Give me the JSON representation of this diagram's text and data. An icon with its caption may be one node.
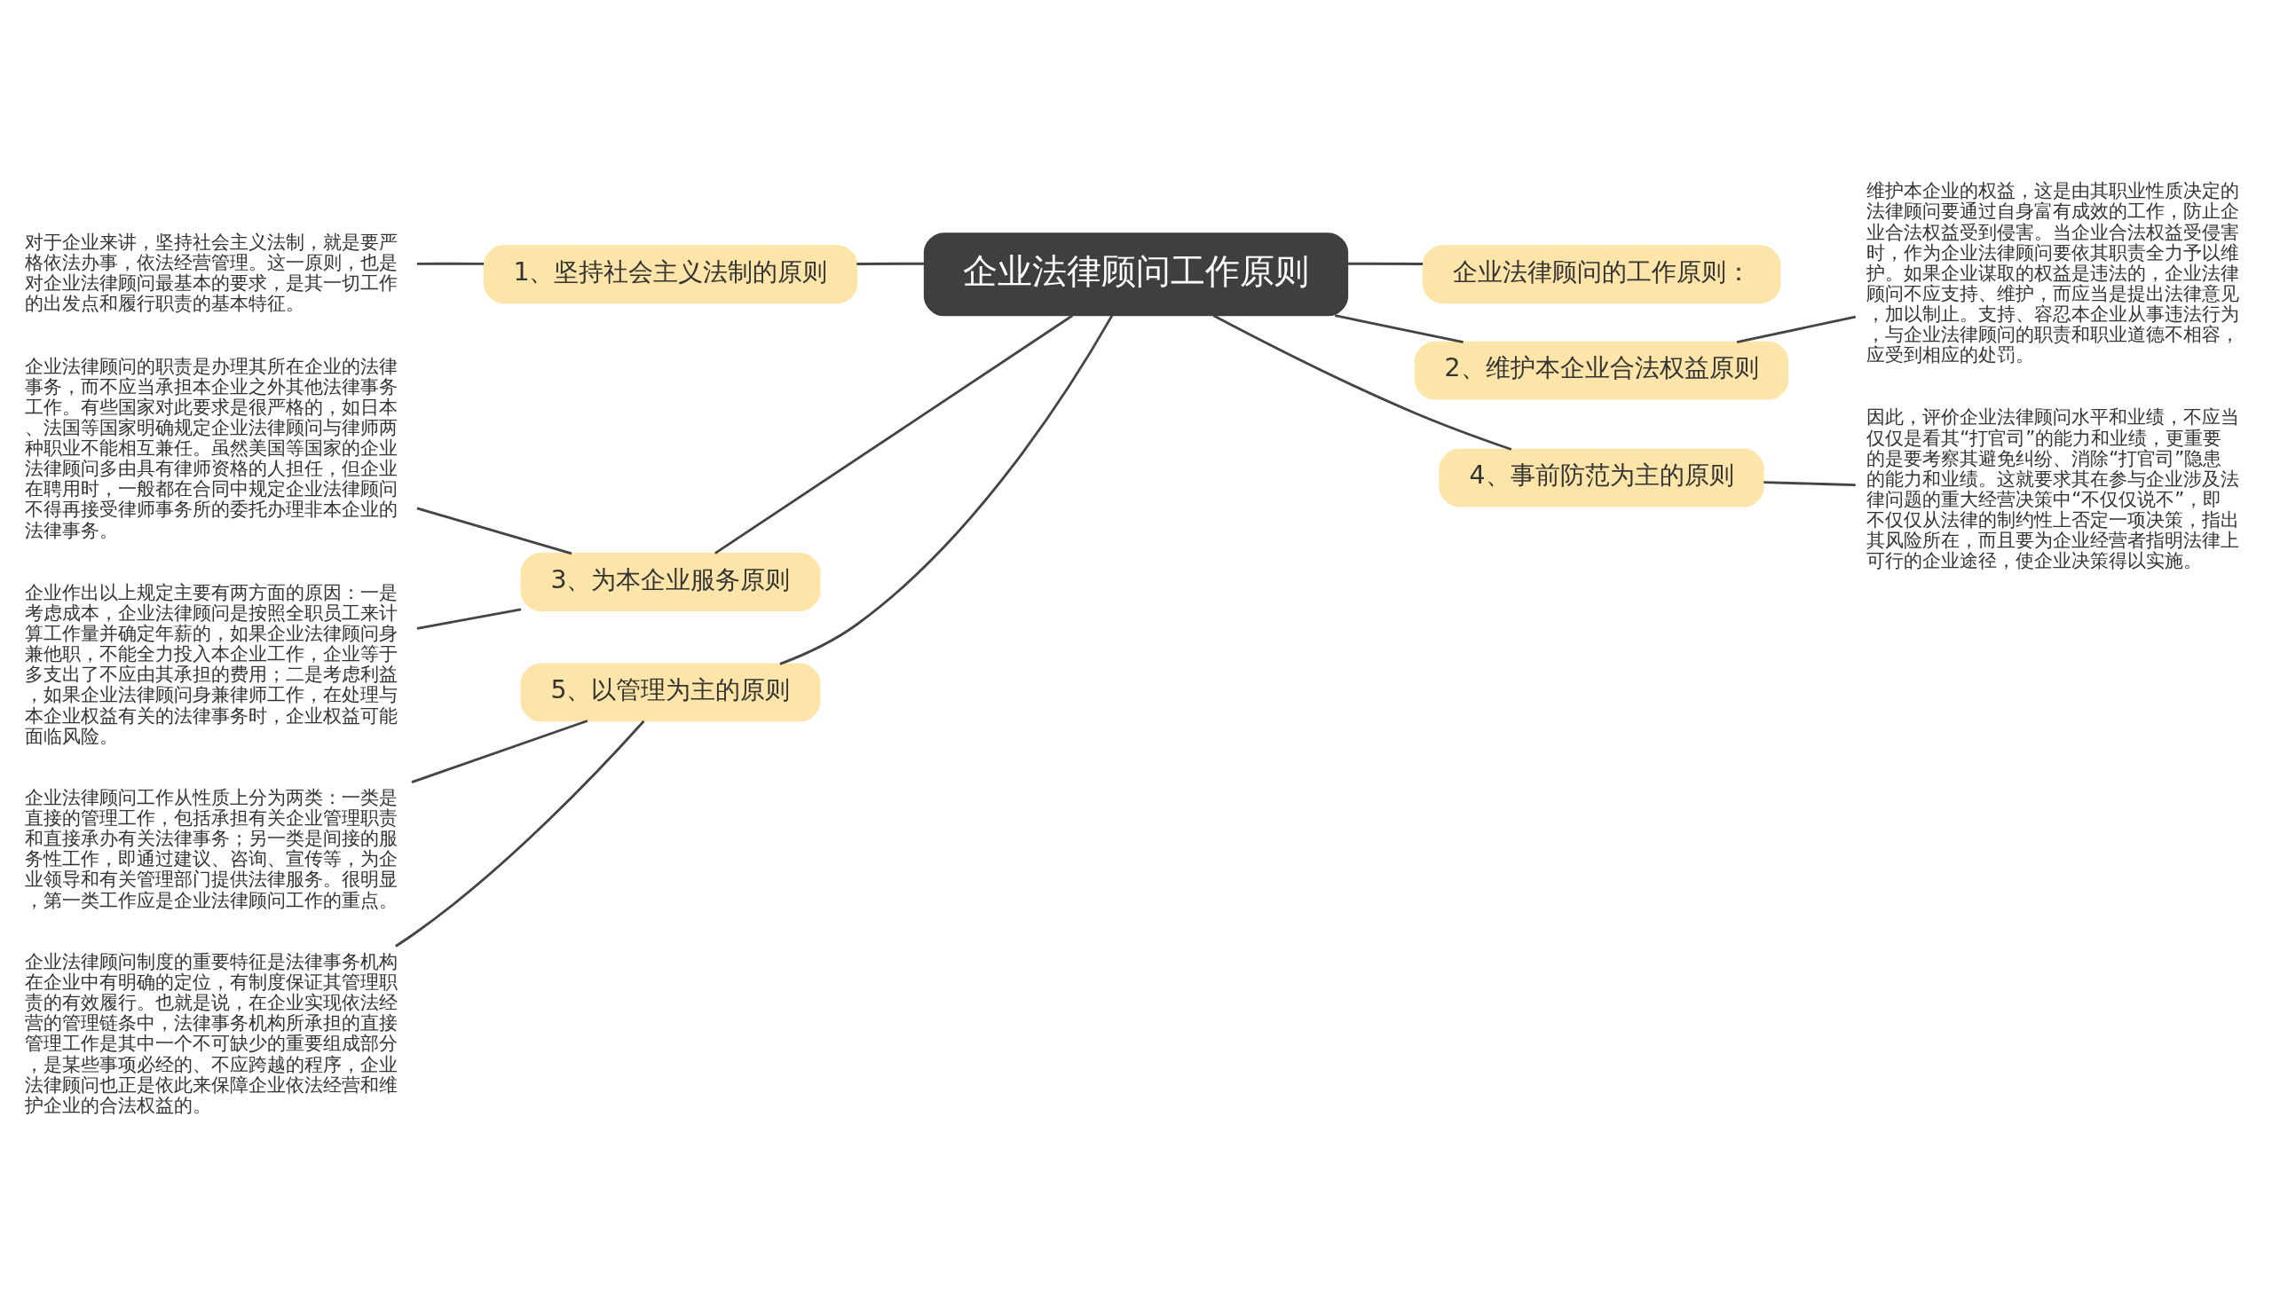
{
  "diagram": {
    "nodes": [
      {
        "text": [
          "企业法律顾问工作原则"
        ]
      },
      {
        "text": [
          "1、坚持社会主义法制的原则"
        ]
      },
      {
        "text": [
          "对于企业来讲，坚持社会主义法制，就是要严格依法办事，依法经营管理。这一原则，也是对企业法律顾问最基本的要求，是其一切工作的出发点和履行职责的基本特征。"
        ]
      },
      {
        "text": [
          "3、为本企业服务原则"
        ]
      },
      {
        "text": [
          "企业法律顾问的职责是办理其所在企业的法律事务，而不应当承担本企业之外其他法律事务工作。有些国家对此要求是很严格的，如日本、法国等国家明确规定企业法律顾问与律师两种职业不能相互兼任。虽然美国等国家的企业法律顾问多由具有律师资格的人担任，但企业在聘用时，一般都在合同中规定企业法律顾问不得再接受律师事务所的委托办理非本企业的法律事务。"
        ]
      },
      {
        "text": [
          "企业作出以上规定主要有两方面的原因：一是考虑成本，企业法律顾问是按照全职员工来计算工作量并确定年薪的，如果企业法律顾问身兼他职，不能全力投入本企业工作，企业等于多支出了不应由其承担的费用；二是考虑利益，如果企业法律顾问身兼律师工作，在处理与本企业权益有关的法律事务时，企业权益可能面临风险。"
        ]
      },
      {
        "text": [
          "5、以管理为主的原则"
        ]
      },
      {
        "text": [
          "企业法律顾问工作从性质上分为两类：一类是直接的管理工作，包括承担有关企业管理职责和直接承办有关法律事务；另一类是间接的服务性工作，即通过建议、咨询、宣传等，为企业领导和有关管理部门提供法律服务。很明显，第一类工作应是企业法律顾问工作的重点。"
        ]
      },
      {
        "text": [
          "企业法律顾问制度的重要特征是法律事务机构在企业中有明确的定位，有制度保证其管理职责的有效履行。也就是说，在企业实现依法经营的管理链条中，法律事务机构所承担的直接管理工作是其中一个不可缺少的重要组成部分，是某些事项必经的、不应跨越的程序，企业法律顾问也正是依此来保障企业依法经营和维护企业的合法权益的。"
        ]
      },
      {
        "text": [
          "企业法律顾问的工作原则："
        ]
      },
      {
        "text": [
          "2、维护本企业合法权益原则"
        ]
      },
      {
        "text": [
          "维护本企业的权益，这是由其职业性质决定的法律顾问要通过自身富有成效的工作，防止企业合法权益受到侵害。当企业合法权益受侵害时，作为企业法律顾问要依其职责全力予以维护。如果企业谋取的权益是违法的，企业法律顾问不应支持、维护，而应当是提出法律意见，加以制止。支持、容忍本企业从事违法行为，与企业法律顾问的职责和职业道德不相容，应受到相应的处罚。"
        ]
      },
      {
        "text": [
          "4、事前防范为主的原则"
        ]
      },
      {
        "text": [
          "因此，评价企业法律顾问水平和业绩，不应当仅仅是看其“打官司”的能力和业绩，更重要的是要考察其避免纠纷、消除“打官司”隐患的能力和业绩。这就要求其在参与企业涉及法律问题的重大经营决策中“不仅仅说不”，即不仅仅从法律的制约性上否定一项决策，指出其风险所在，而且要为企业经营者指明法律上可行的企业途径，使企业决策得以实施。"
        ]
      }
    ],
    "edges": [
      {
        "from": 0,
        "to": 1,
        "arrow": "none"
      },
      {
        "from": 1,
        "to": 2,
        "arrow": "none"
      },
      {
        "from": 0,
        "to": 3,
        "arrow": "none"
      },
      {
        "from": 3,
        "to": 4,
        "arrow": "none"
      },
      {
        "from": 3,
        "to": 5,
        "arrow": "none"
      },
      {
        "from": 0,
        "to": 6,
        "arrow": "none"
      },
      {
        "from": 6,
        "to": 7,
        "arrow": "none"
      },
      {
        "from": 6,
        "to": 8,
        "arrow": "none"
      },
      {
        "from": 0,
        "to": 9,
        "arrow": "none"
      },
      {
        "from": 0,
        "to": 10,
        "arrow": "none"
      },
      {
        "from": 10,
        "to": 11,
        "arrow": "none"
      },
      {
        "from": 0,
        "to": 12,
        "arrow": "none"
      },
      {
        "from": 12,
        "to": 13,
        "arrow": "none"
      }
    ]
  }
}
